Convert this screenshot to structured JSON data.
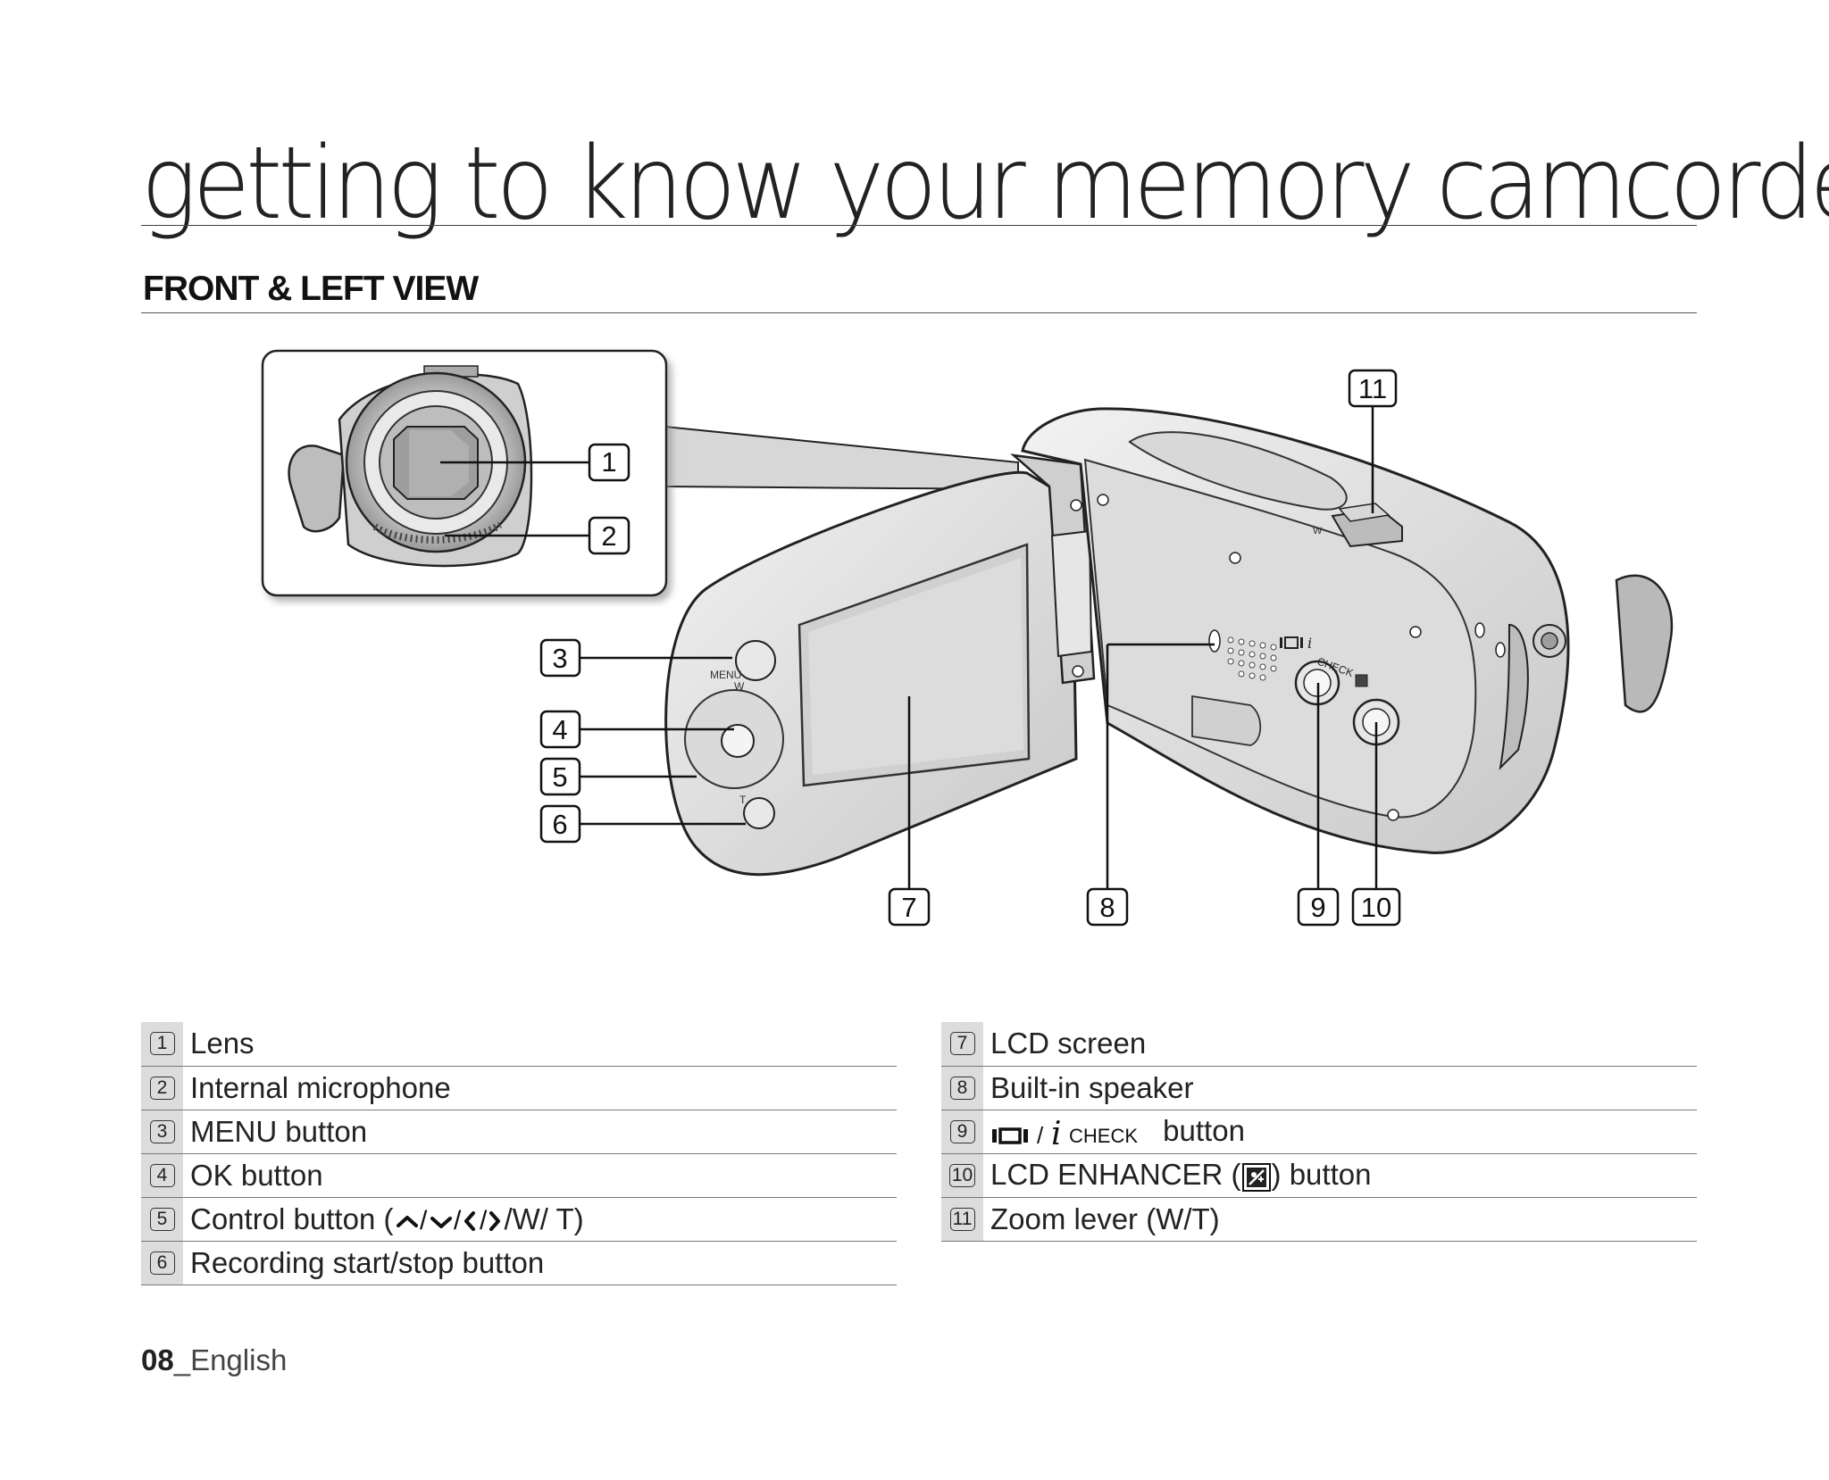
{
  "title": "getting to know your memory camcorder",
  "section_heading": "FRONT & LEFT VIEW",
  "callout_numbers": [
    "1",
    "2",
    "3",
    "4",
    "5",
    "6",
    "7",
    "8",
    "9",
    "10",
    "11"
  ],
  "camera_labels": {
    "menu": "MENU",
    "wide": "W",
    "tele": "T",
    "icheck": "CHECK",
    "i": "i"
  },
  "legend_left": [
    {
      "num": "1",
      "text": "Lens"
    },
    {
      "num": "2",
      "text": "Internal microphone"
    },
    {
      "num": "3",
      "text": "MENU button"
    },
    {
      "num": "4",
      "text": "OK button"
    },
    {
      "num": "5",
      "text_before": "Control button (",
      "text_after": "/W/ T)"
    },
    {
      "num": "6",
      "text": "Recording start/stop button"
    }
  ],
  "legend_right": [
    {
      "num": "7",
      "text": "LCD screen"
    },
    {
      "num": "8",
      "text": "Built-in speaker"
    },
    {
      "num": "9",
      "text_after": "button",
      "icheck_label": "CHECK"
    },
    {
      "num": "10",
      "text_before": "LCD ENHANCER (",
      "text_after": ") button"
    },
    {
      "num": "11",
      "text": "Zoom lever (W/T)"
    }
  ],
  "footer": {
    "page_number": "08",
    "language": "_English"
  }
}
